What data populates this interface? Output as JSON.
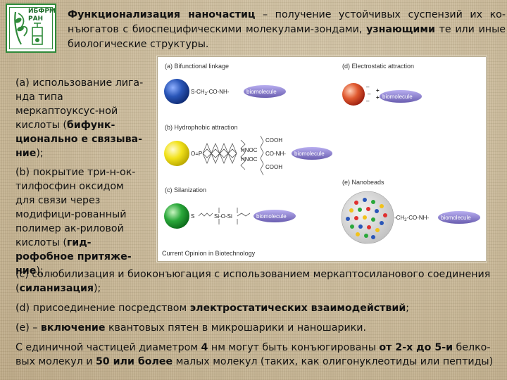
{
  "logo": {
    "line1": "ИБФРМ",
    "line2": "РАН"
  },
  "intro": {
    "term": "Функционализация наночастиц",
    "def": " – получение устойчивых суспензий их ко-нъюгатов с биоспецифическими молекулами-зондами, ",
    "bold2": "узнающими",
    "rest": " те или иные биологические структуры."
  },
  "left": {
    "a_text": "(a) использование лига-нда типа меркаптоуксус-ной кислоты (",
    "a_bold": "бифунк-ционально е связыва-ние",
    "a_end": ");",
    "b_text": "(b) покрытие три-н-ок-тилфосфин оксидом для связи через модифици-рованный полимер ак-риловой кислоты (",
    "b_bold": "гид-рофобное притяже-ние",
    "b_end": ");"
  },
  "figure": {
    "a_title": "(a) Bifunctional linkage",
    "a_chain": "S-CH",
    "a_chain2": "-CO-NH-",
    "b_title": "(b) Hydrophobic attraction",
    "b_p": "O=P",
    "b_hnoc1": "HNOC",
    "b_hnoc2": "HNOC",
    "b_cooh1": "COOH",
    "b_conh": "CO-NH-",
    "b_cooh2": "COOH",
    "c_title": "(c) Silanization",
    "c_s": "S",
    "c_chain": "Si-O-Si",
    "d_title": "(d) Electrostatic attraction",
    "e_title": "(e) Nanobeads",
    "e_chain": "-CH",
    "e_chain2": "-CO-NH-",
    "biomolecule": "biomolecule",
    "caption": "Current Opinion in Biotechnology"
  },
  "bottom": {
    "c_text": "(c) солюбилизация и биоконъюгация с использованием меркаптосиланового соединения (",
    "c_bold": "силанизация",
    "c_end": ");",
    "d_text": "(d) присоединение посредством ",
    "d_bold": "электростатических взаимодействий",
    "d_end": ";",
    "e_text": "(e) – ",
    "e_bold": "включение",
    "e_end": " квантовых пятен в микрошарики и наношарики.",
    "f_text": "С единичной частицей диаметром ",
    "f_b1": "4",
    "f_t2": " нм могут быть конъюгированы ",
    "f_b2": "от 2-х до 5-и",
    "f_t3": " белко-вых молекул и ",
    "f_b3": "50 или более",
    "f_t4": " малых молекул (таких, как олигонуклеотиды или пептиды)"
  },
  "colors": {
    "green_logo": "#2f8a3a",
    "blue_np": "#2a56b8",
    "yellow_np": "#f2e21a",
    "red_np": "#d63a22",
    "green_np": "#2aa83a",
    "biomolecule": "#7a6fb8"
  }
}
